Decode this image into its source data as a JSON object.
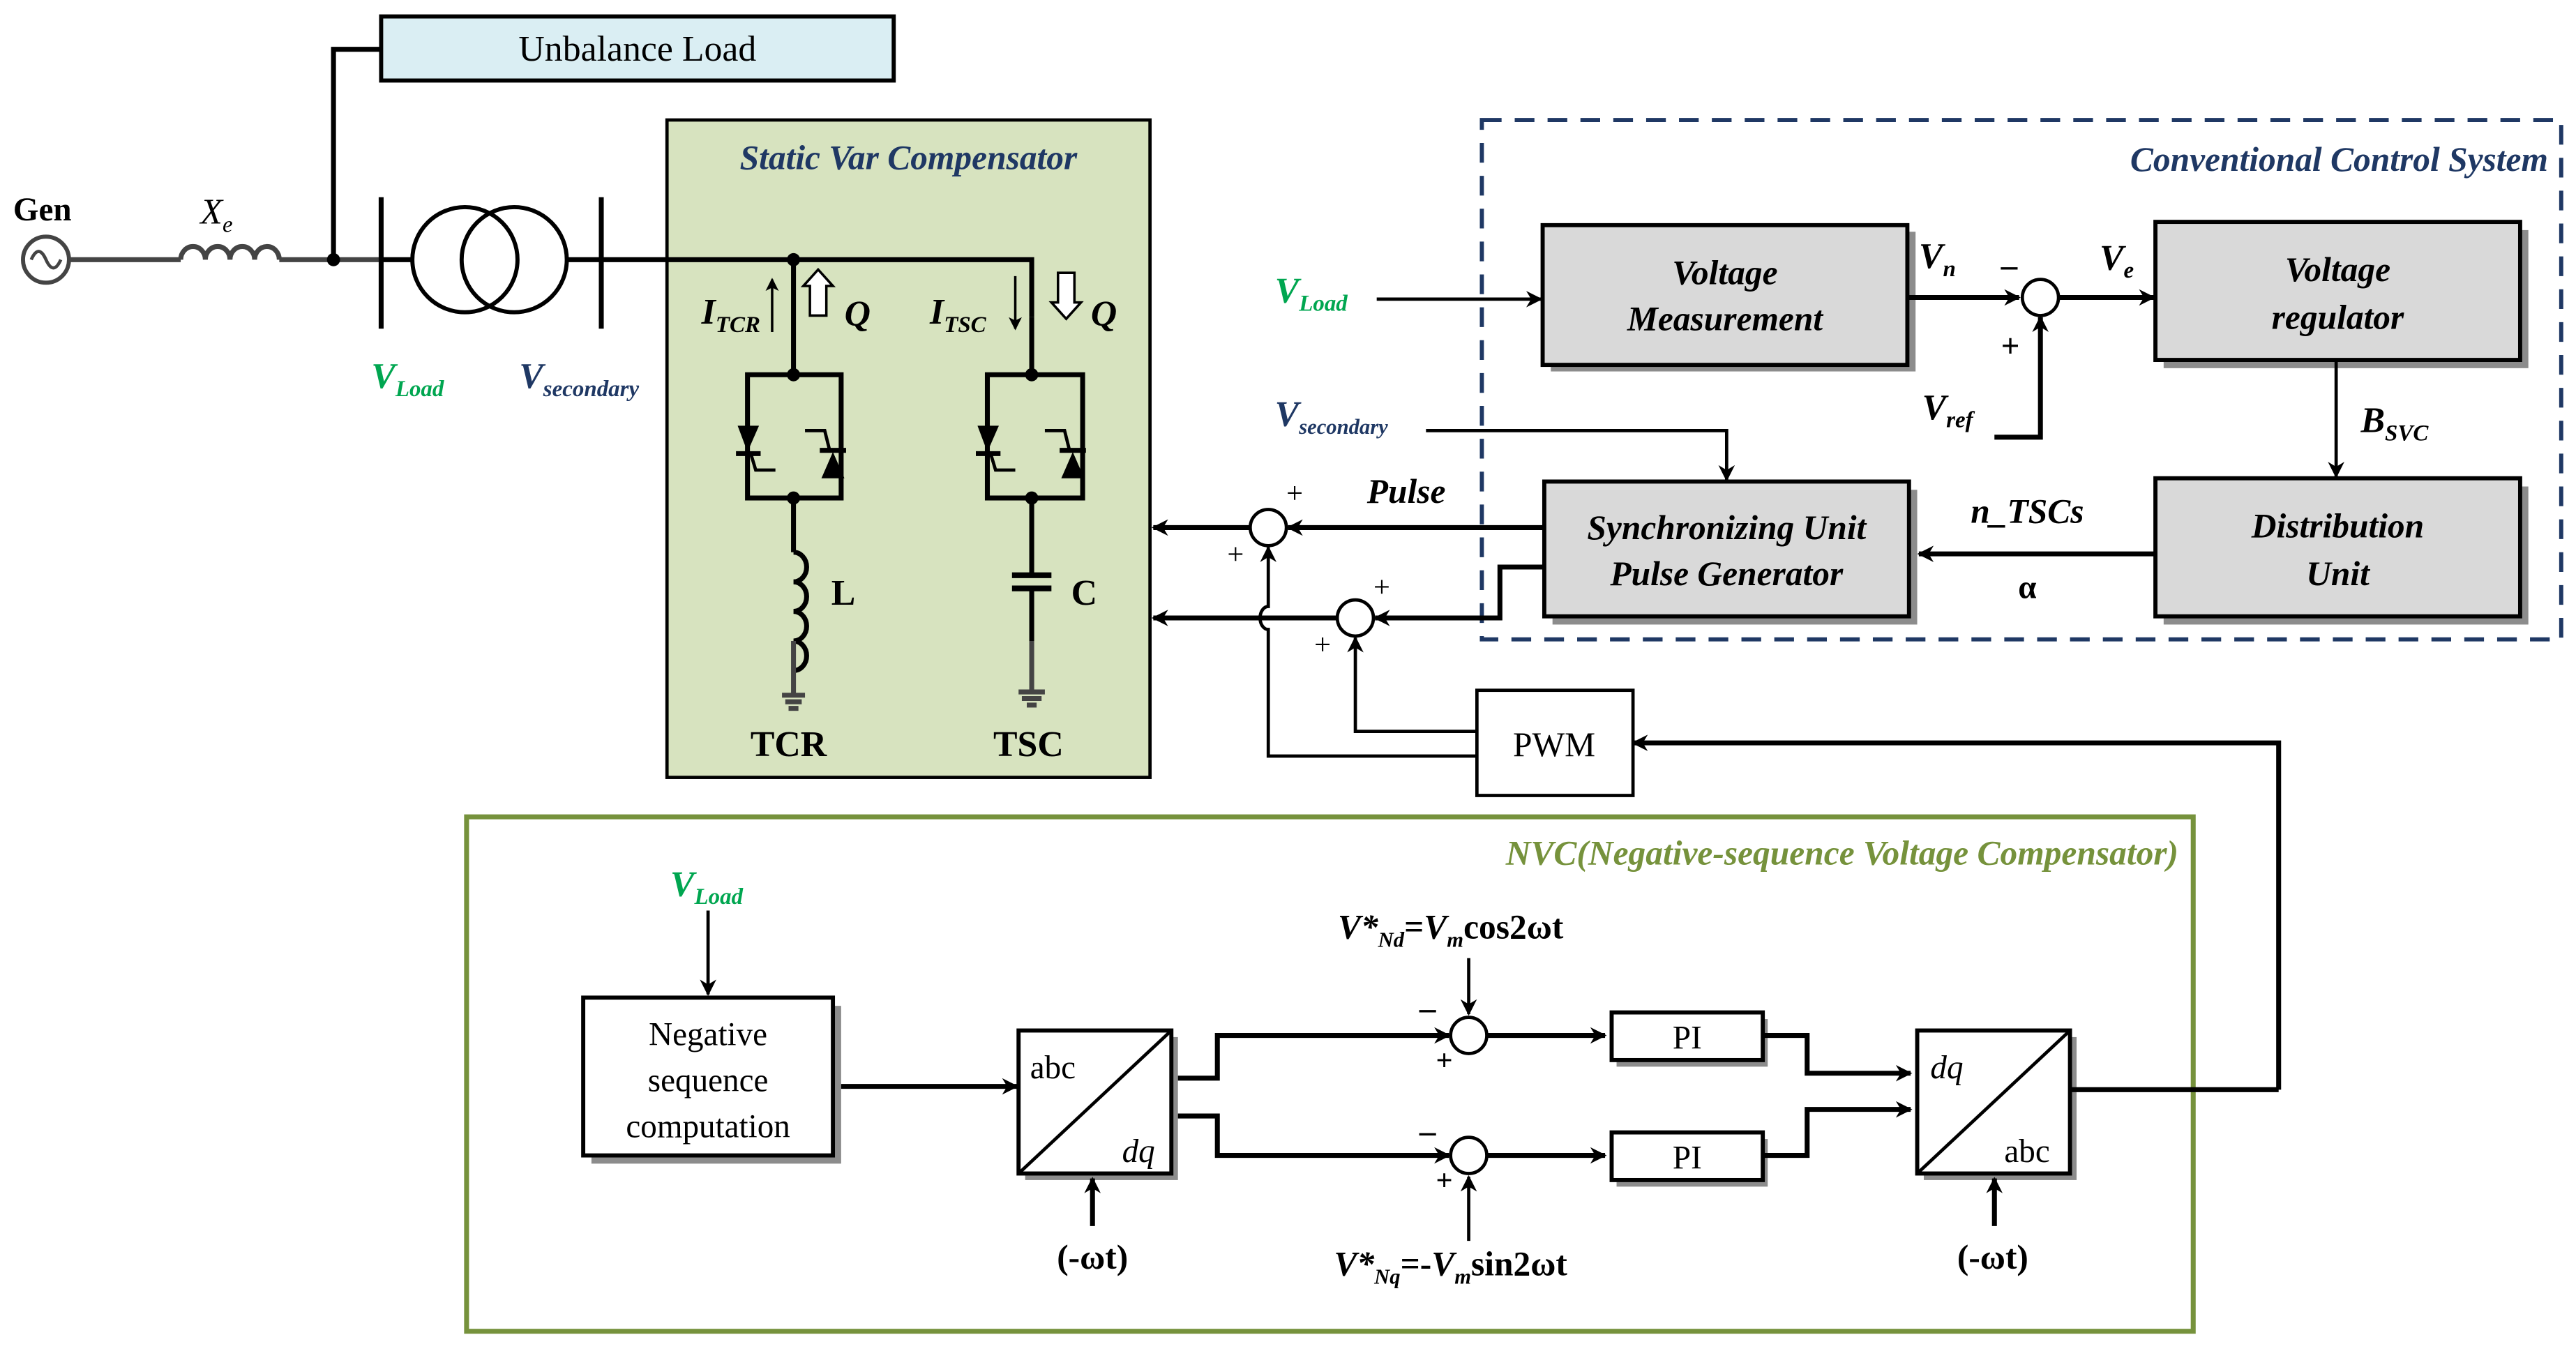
{
  "colors": {
    "green_label": "#00A650",
    "navy_label": "#1F3864",
    "svc_fill": "#D7E3BF",
    "load_fill": "#DAEEF3",
    "block_fill": "#D9D9D9",
    "nvc_border": "#76923C",
    "dashed_border": "#1F3864"
  },
  "power_circuit": {
    "generator_label": "Gen",
    "reactance_label": "X",
    "reactance_sub": "e",
    "load_box_label": "Unbalance Load",
    "vload_main": "V",
    "vload_sub": "Load",
    "vsecondary_main": "V",
    "vsecondary_sub": "secondary"
  },
  "svc": {
    "title": "Static Var Compensator",
    "itcr_main": "I",
    "itcr_sub": "TCR",
    "itsc_main": "I",
    "itsc_sub": "TSC",
    "q_label_1": "Q",
    "q_label_2": "Q",
    "inductor_label": "L",
    "capacitor_label": "C",
    "tcr_label": "TCR",
    "tsc_label": "TSC"
  },
  "conventional_control": {
    "title": "Conventional Control System",
    "vload_main": "V",
    "vload_sub": "Load",
    "voltage_measurement": [
      "Voltage",
      "Measurement"
    ],
    "vn_main": "V",
    "vn_sub": "n",
    "minus_sign": "–",
    "plus_sign": "+",
    "ve_main": "V",
    "ve_sub": "e",
    "vref_main": "V",
    "vref_sub": "ref",
    "voltage_regulator": [
      "Voltage",
      "regulator"
    ],
    "bsvc_main": "B",
    "bsvc_sub": "SVC",
    "vsecondary_main": "V",
    "vsecondary_sub": "secondary",
    "sync_unit": [
      "Synchronizing Unit",
      "Pulse Generator"
    ],
    "n_tscs": "n_TSCs",
    "alpha": "α",
    "distribution_unit": [
      "Distribution",
      "Unit"
    ],
    "pulse_label": "Pulse"
  },
  "summers": {
    "plus": "+"
  },
  "pwm_label": "PWM",
  "nvc": {
    "title": "NVC(Negative-sequence Voltage Compensator)",
    "vload_main": "V",
    "vload_sub": "Load",
    "neg_seq_block": [
      "Negative",
      "sequence",
      "computation"
    ],
    "abc_label": "abc",
    "dq_label": "dq",
    "omega_t_1": "(-ωt)",
    "omega_t_2": "(-ωt)",
    "vnd_ref": {
      "v": "V*",
      "sub": "Nd",
      "eq": "=",
      "vm": "V",
      "vm_sub": "m",
      "fn": "cos2ωt"
    },
    "vnq_ref": {
      "v": "V*",
      "sub": "Nq",
      "eq": "=-",
      "vm": "V",
      "vm_sub": "m",
      "fn": "sin2ωt"
    },
    "pi_1": "PI",
    "pi_2": "PI",
    "minus_sign": "–",
    "plus_sign": "+",
    "dq_out_label": "dq",
    "abc_out_label": "abc"
  }
}
